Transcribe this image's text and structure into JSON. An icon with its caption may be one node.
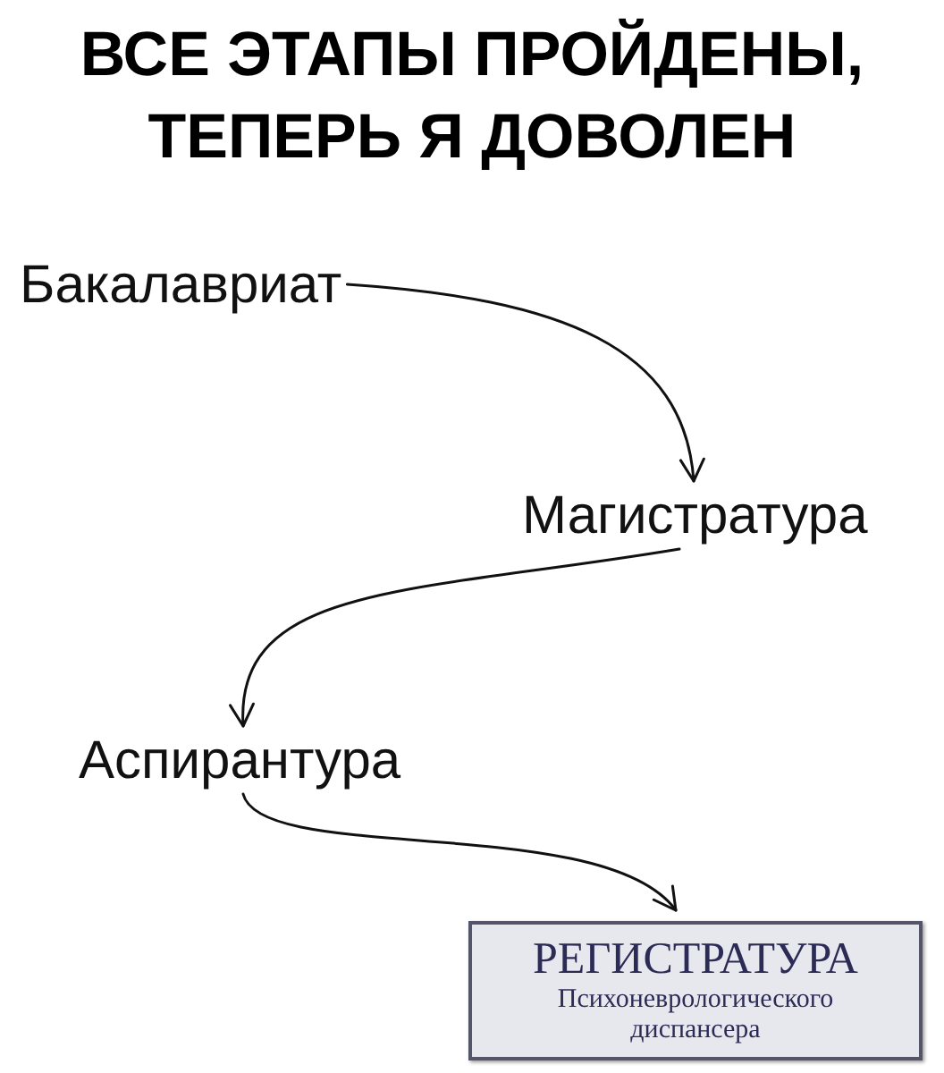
{
  "diagram": {
    "title": "ВСЕ ЭТАПЫ ПРОЙДЕНЫ, ТЕПЕРЬ Я ДОВОЛЕН",
    "nodes": [
      {
        "text": [
          "Бакалавриат"
        ]
      },
      {
        "text": [
          "Магистратура"
        ]
      },
      {
        "text": [
          "Аспирантура"
        ]
      },
      {
        "text": [
          "РЕГИСТРАТУРА",
          "Психоневрологического диспансера"
        ]
      }
    ],
    "edges": [
      {
        "from": 0,
        "to": 1,
        "arrow": "to"
      },
      {
        "from": 1,
        "to": 2,
        "arrow": "to"
      },
      {
        "from": 2,
        "to": 3,
        "arrow": "to"
      }
    ]
  }
}
